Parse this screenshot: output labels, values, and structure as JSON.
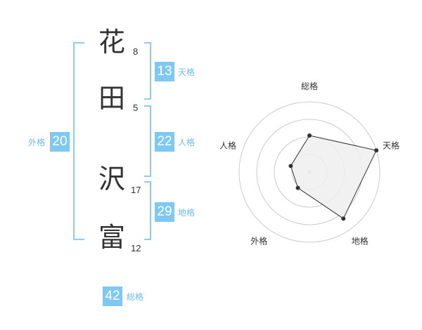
{
  "name": {
    "chars": [
      {
        "char": "花",
        "strokes": "8"
      },
      {
        "char": "田",
        "strokes": "5"
      },
      {
        "char": "沢",
        "strokes": "17"
      },
      {
        "char": "富",
        "strokes": "12"
      }
    ]
  },
  "fortunes": {
    "tenkaku": {
      "label": "天格",
      "value": "13"
    },
    "jinkaku": {
      "label": "人格",
      "value": "22"
    },
    "chikaku": {
      "label": "地格",
      "value": "29"
    },
    "gaikaku": {
      "label": "外格",
      "value": "20"
    },
    "soukaku": {
      "label": "総格",
      "value": "42"
    }
  },
  "colors": {
    "accent": "#7fc8f2",
    "bracket": "#8ecdf0",
    "label": "#6cbfe9",
    "radar_fill": "#efefef",
    "radar_line": "#333333",
    "ring": "#cccccc"
  },
  "chart_data": {
    "type": "radar",
    "axes": [
      "総格",
      "天格",
      "地格",
      "外格",
      "人格"
    ],
    "values": [
      0.52,
      1.0,
      0.82,
      0.28,
      0.28
    ],
    "rlim": [
      0,
      1
    ],
    "rings": 4
  }
}
